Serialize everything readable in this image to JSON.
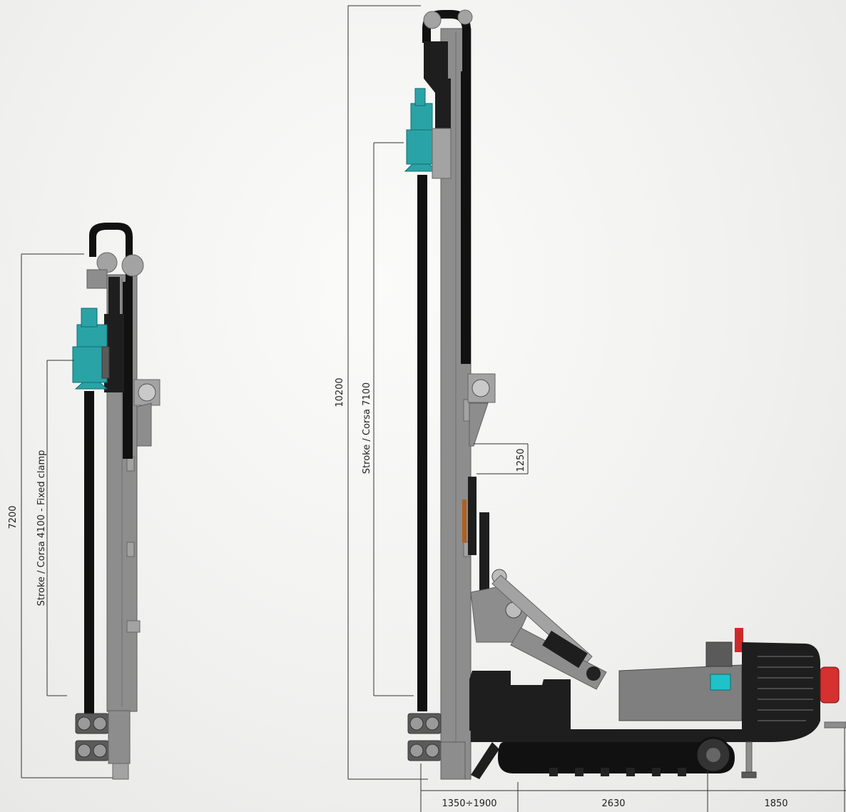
{
  "dimensions": {
    "left_height": "7200",
    "left_stroke": "Stroke / Corsa  4100  -  Fixed clamp",
    "right_height": "10200",
    "right_stroke": "Stroke / Corsa  7100",
    "cylinder": "1250",
    "base_front": "1350÷1900",
    "base_track": "2630",
    "base_rear": "1850"
  },
  "colors": {
    "rotary_head": "#2aa3a6",
    "mast": "#8d8d8d",
    "rod": "#111111",
    "tail_light": "#d63030"
  }
}
